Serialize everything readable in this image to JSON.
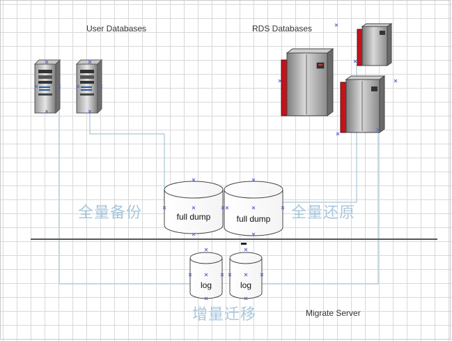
{
  "labels": {
    "user_databases": "User Databases",
    "rds_databases": "RDS Databases",
    "full_backup_cn": "全量备份",
    "full_restore_cn": "全量还原",
    "incremental_cn": "增量迁移",
    "migrate_server": "Migrate Server"
  },
  "cylinders": {
    "dump_left": "full dump",
    "dump_right": "full dump",
    "log_left": "log",
    "log_right": "log"
  },
  "colors": {
    "connector": "#b7d0dc",
    "rds_red": "#c0141c",
    "server_gray": "#8c8c8c",
    "chinese_text": "#a9c7dc"
  }
}
